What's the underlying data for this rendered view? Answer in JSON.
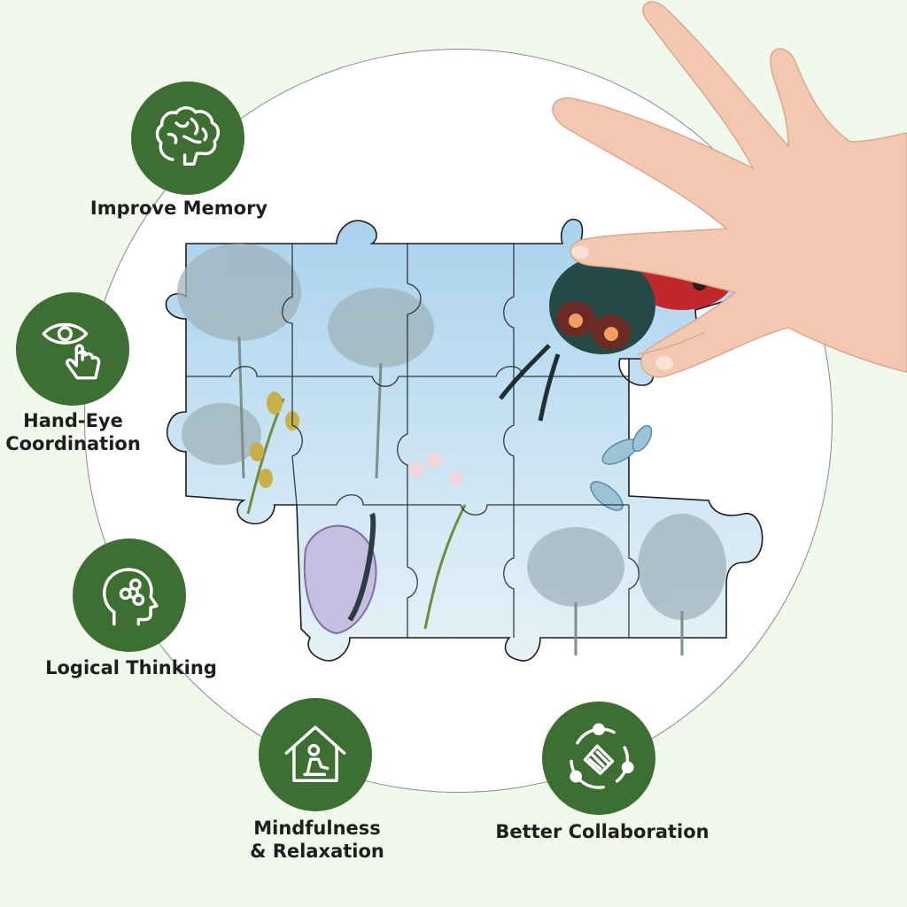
{
  "benefits": [
    {
      "id": "memory",
      "label": "Improve Memory",
      "icon": "brain-icon"
    },
    {
      "id": "hand_eye",
      "label_line1": "Hand-Eye",
      "label_line2": "Coordination",
      "icon": "eye-hand-icon"
    },
    {
      "id": "logic",
      "label": "Logical Thinking",
      "icon": "head-molecule-icon"
    },
    {
      "id": "mindfulness",
      "label_line1": "Mindfulness",
      "label_line2": "& Relaxation",
      "icon": "house-meditation-icon"
    },
    {
      "id": "collaboration",
      "label": "Better Collaboration",
      "icon": "handshake-cycle-icon"
    }
  ],
  "colors": {
    "badge_green": "#3d6e32",
    "background": "#f1f8ec",
    "puzzle_sky": "#b9dbf0",
    "ladybug_red": "#c0282d"
  },
  "illustration": {
    "puzzle_image": "jigsaw-puzzle-ladybug-scene",
    "hand_image": "hand-holding-puzzle-piece"
  }
}
